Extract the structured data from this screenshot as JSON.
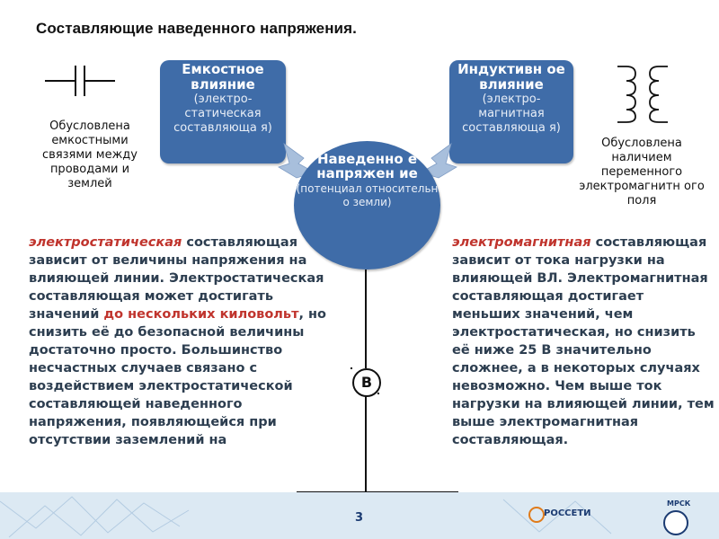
{
  "title": "Составляющие наведенного напряжения.",
  "box_left": {
    "heading": "Емкостное влияние",
    "sub": "(электро-статическая составляюща я)"
  },
  "box_right": {
    "heading": "Индуктивн ое влияние",
    "sub": "(электро-магнитная составляюща я)"
  },
  "center": {
    "heading": "Наведенно е напряжен ие",
    "sub": "(потенциал относительн о земли)"
  },
  "desc_left": "Обусловлена емкостными связями между проводами и землей",
  "desc_right": "Обусловлена наличием переменного электромагнитн ого поля",
  "voltmeter": "В",
  "left_text": {
    "highlight": "электростатическая",
    "part1": " составляющая зависит от величины напряжения на влияющей линии. Электростатическая составляющая может достигать значений ",
    "red": "до нескольких киловольт",
    "part2": ", но снизить её до безопасной величины достаточно просто. Большинство несчастных случаев связано с воздействием электростатической составляющей наведенного напряжения, появляющейся при отсутствии заземлений на"
  },
  "right_text": {
    "highlight": "электромагнитная",
    "part1": " составляющая зависит от тока нагрузки на влияющей ВЛ. Электромагнитная составляющая достигает меньших значений, чем электростатическая, но снизить её ниже 25 В значительно сложнее, а в некоторых случаях невозможно. Чем выше ток нагрузки на влияющей линии, тем выше электромагнитная составляющая."
  },
  "footer": {
    "page": "3",
    "logo_rosseti": "РОССЕТИ",
    "logo_mrsk": "МРСК"
  },
  "colors": {
    "box": "#3f6ca8",
    "arrow": "#9fb8d8",
    "accent_red": "#c0342d",
    "footer_band": "#dce9f3"
  }
}
